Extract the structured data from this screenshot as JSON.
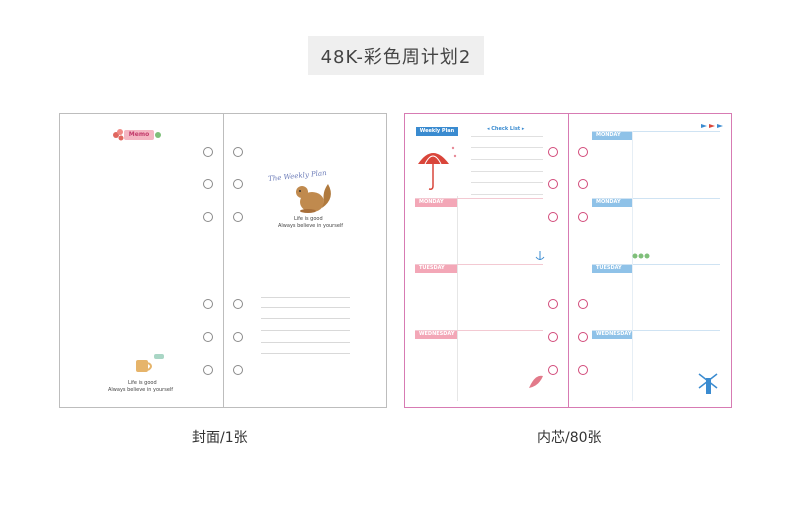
{
  "header": {
    "title": "48K-彩色周计划2"
  },
  "cover": {
    "caption": "封面/1张",
    "memo_label": "Memo",
    "weekly_plan_script": "The Weekly Plan",
    "tagline_line1": "Life is good",
    "tagline_line2": "Always believe in yourself",
    "bottom_line1": "Life is good",
    "bottom_line2": "Always believe in yourself"
  },
  "insert": {
    "caption": "内芯/80张",
    "weekly_plan_tag": "Weekly Plan",
    "check_list": "Check List",
    "left_days": [
      "MONDAY",
      "TUESDAY",
      "WEDNESDAY"
    ],
    "right_days": [
      "MONDAY",
      "MONDAY",
      "TUESDAY",
      "WEDNESDAY"
    ]
  },
  "colors": {
    "cover_border": "#bdbdbd",
    "insert_border": "#d77bb3",
    "pink_band": "#f3a7b7",
    "blue_band": "#8fc2e8",
    "accent_blue": "#3a8bd0",
    "accent_red": "#d9453a"
  }
}
